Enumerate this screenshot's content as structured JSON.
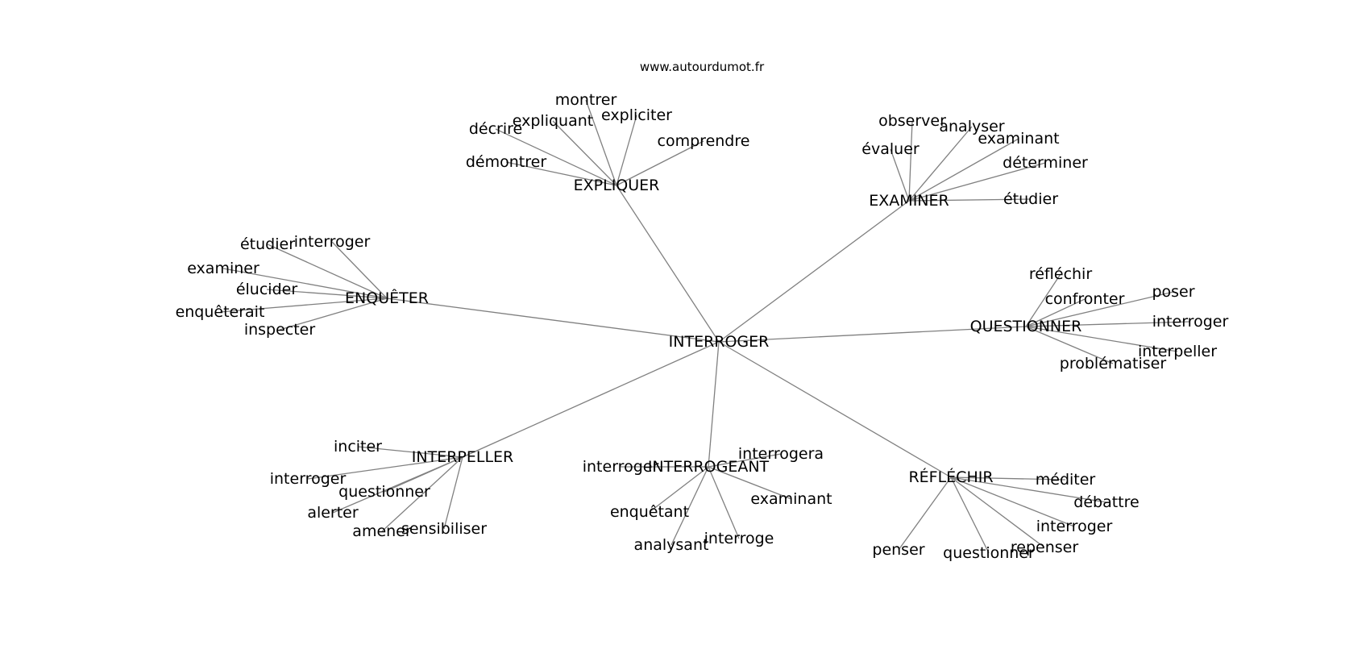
{
  "site_label": "www.autourdumot.fr",
  "graph": {
    "root": {
      "id": "root",
      "label": "INTERROGER"
    },
    "hubs": [
      {
        "id": "expliquer",
        "label": "EXPLIQUER",
        "words": [
          "montrer",
          "expliquant",
          "expliciter",
          "décrire",
          "comprendre",
          "démontrer"
        ]
      },
      {
        "id": "examiner",
        "label": "EXAMINER",
        "words": [
          "observer",
          "analyser",
          "examinant",
          "évaluer",
          "déterminer",
          "étudier"
        ]
      },
      {
        "id": "enqueter",
        "label": "ENQUÊTER",
        "words": [
          "étudier",
          "interroger",
          "examiner",
          "élucider",
          "enquêterait",
          "inspecter"
        ]
      },
      {
        "id": "questionner",
        "label": "QUESTIONNER",
        "words": [
          "réfléchir",
          "confronter",
          "poser",
          "interroger",
          "interpeller",
          "problématiser"
        ]
      },
      {
        "id": "interpeller",
        "label": "INTERPELLER",
        "words": [
          "inciter",
          "interroger",
          "questionner",
          "alerter",
          "amener",
          "sensibiliser"
        ]
      },
      {
        "id": "interrogeant",
        "label": "INTERROGEANT",
        "words": [
          "interrogera",
          "interroger",
          "examinant",
          "enquêtant",
          "interroge",
          "analysant"
        ]
      },
      {
        "id": "reflechir",
        "label": "RÉFLÉCHIR",
        "words": [
          "méditer",
          "débattre",
          "interroger",
          "repenser",
          "penser",
          "questionner"
        ]
      }
    ]
  }
}
